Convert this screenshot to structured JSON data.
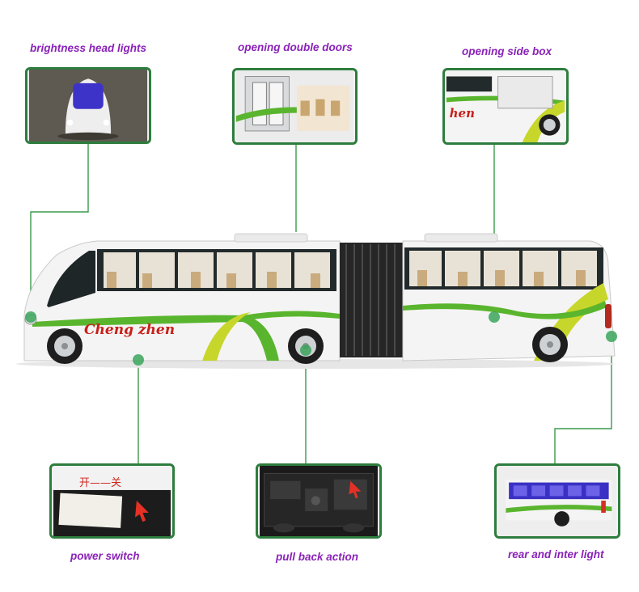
{
  "features": {
    "headlights": {
      "label": "brightness head lights",
      "icon": "bus-front-headlights-photo"
    },
    "doors": {
      "label": "opening double doors",
      "icon": "bus-interior-doors-photo"
    },
    "side_box": {
      "label": "opening side box",
      "icon": "bus-side-box-photo"
    },
    "power_switch": {
      "label": "power switch",
      "icon": "power-switch-photo",
      "switch_text": "开——关"
    },
    "pull_back": {
      "label": "pull back action",
      "icon": "bus-underside-photo"
    },
    "rear_light": {
      "label": "rear and inter light",
      "icon": "bus-rear-light-photo"
    }
  },
  "bus": {
    "brand_text": "Cheng zhen",
    "colors": {
      "body": "#f4f4f4",
      "green": "#5ab52e",
      "lime": "#c7d62a",
      "brand_red": "#c8201a",
      "callout_border": "#2e7d3e",
      "label_purple": "#8a22b8"
    }
  }
}
